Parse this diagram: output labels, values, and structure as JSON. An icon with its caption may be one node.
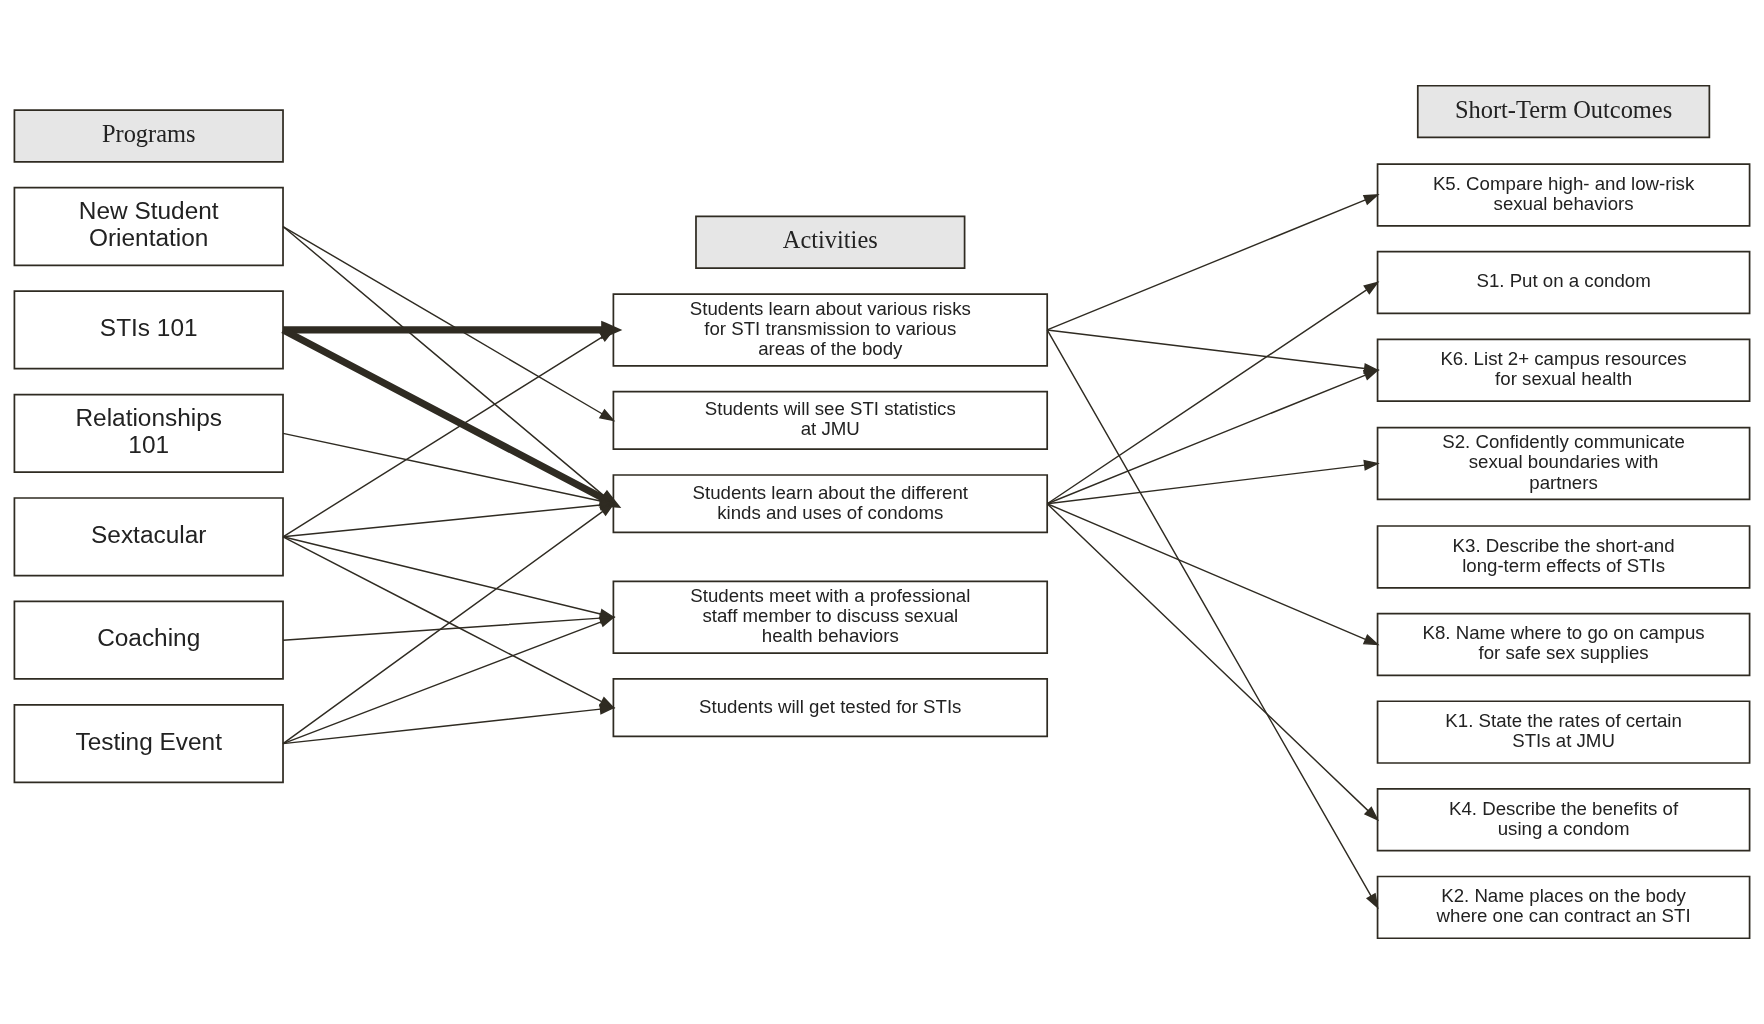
{
  "diagram": {
    "nodes": [
      {
        "text": [
          "Programs"
        ]
      },
      {
        "text": [
          "Activities"
        ]
      },
      {
        "text": [
          "Short-Term Outcomes"
        ]
      },
      {
        "text": [
          "New Student Orientation"
        ]
      },
      {
        "text": [
          "STIs 101"
        ]
      },
      {
        "text": [
          "Relationships 101"
        ]
      },
      {
        "text": [
          "Sextacular"
        ]
      },
      {
        "text": [
          "Coaching"
        ]
      },
      {
        "text": [
          "Testing Event"
        ]
      },
      {
        "text": [
          "Students learn about various risks for STI transmission to various areas of the body"
        ]
      },
      {
        "text": [
          "Students will see STI statistics at JMU"
        ]
      },
      {
        "text": [
          "Students learn about the different kinds and uses of condoms"
        ]
      },
      {
        "text": [
          "Students meet with a professional staff member to discuss sexual health behaviors"
        ]
      },
      {
        "text": [
          "Students will get tested for STIs"
        ]
      },
      {
        "text": [
          "K5. Compare high- and low-risk sexual behaviors"
        ]
      },
      {
        "text": [
          "S1. Put on a condom"
        ]
      },
      {
        "text": [
          "K6. List 2+ campus resources for sexual health"
        ]
      },
      {
        "text": [
          "S2. Confidently communicate sexual boundaries with partners"
        ]
      },
      {
        "text": [
          "K3. Describe the short-and long-term effects of STIs"
        ]
      },
      {
        "text": [
          "K8. Name where to go on campus for safe sex supplies"
        ]
      },
      {
        "text": [
          "K1. State the rates of certain STIs at JMU"
        ]
      },
      {
        "text": [
          "K4. Describe the benefits of using a condom"
        ]
      },
      {
        "text": [
          "K2. Name places on the body where one can contract an STI"
        ]
      }
    ],
    "edges": [
      {
        "from": 3,
        "to": 10,
        "arrow": "to"
      },
      {
        "from": 3,
        "to": 11,
        "arrow": "to"
      },
      {
        "from": 4,
        "to": 9,
        "arrow": "to",
        "style": "thick"
      },
      {
        "from": 4,
        "to": 11,
        "arrow": "to",
        "style": "thick"
      },
      {
        "from": 5,
        "to": 11,
        "arrow": "to"
      },
      {
        "from": 6,
        "to": 9,
        "arrow": "to"
      },
      {
        "from": 6,
        "to": 11,
        "arrow": "to"
      },
      {
        "from": 6,
        "to": 12,
        "arrow": "to"
      },
      {
        "from": 6,
        "to": 13,
        "arrow": "to"
      },
      {
        "from": 7,
        "to": 12,
        "arrow": "to"
      },
      {
        "from": 8,
        "to": 11,
        "arrow": "to"
      },
      {
        "from": 8,
        "to": 12,
        "arrow": "to"
      },
      {
        "from": 8,
        "to": 13,
        "arrow": "to"
      },
      {
        "from": 9,
        "to": 14,
        "arrow": "to"
      },
      {
        "from": 9,
        "to": 16,
        "arrow": "to"
      },
      {
        "from": 9,
        "to": 22,
        "arrow": "to"
      },
      {
        "from": 11,
        "to": 15,
        "arrow": "to"
      },
      {
        "from": 11,
        "to": 16,
        "arrow": "to"
      },
      {
        "from": 11,
        "to": 17,
        "arrow": "to"
      },
      {
        "from": 11,
        "to": 19,
        "arrow": "to"
      },
      {
        "from": 11,
        "to": 21,
        "arrow": "to"
      }
    ]
  }
}
